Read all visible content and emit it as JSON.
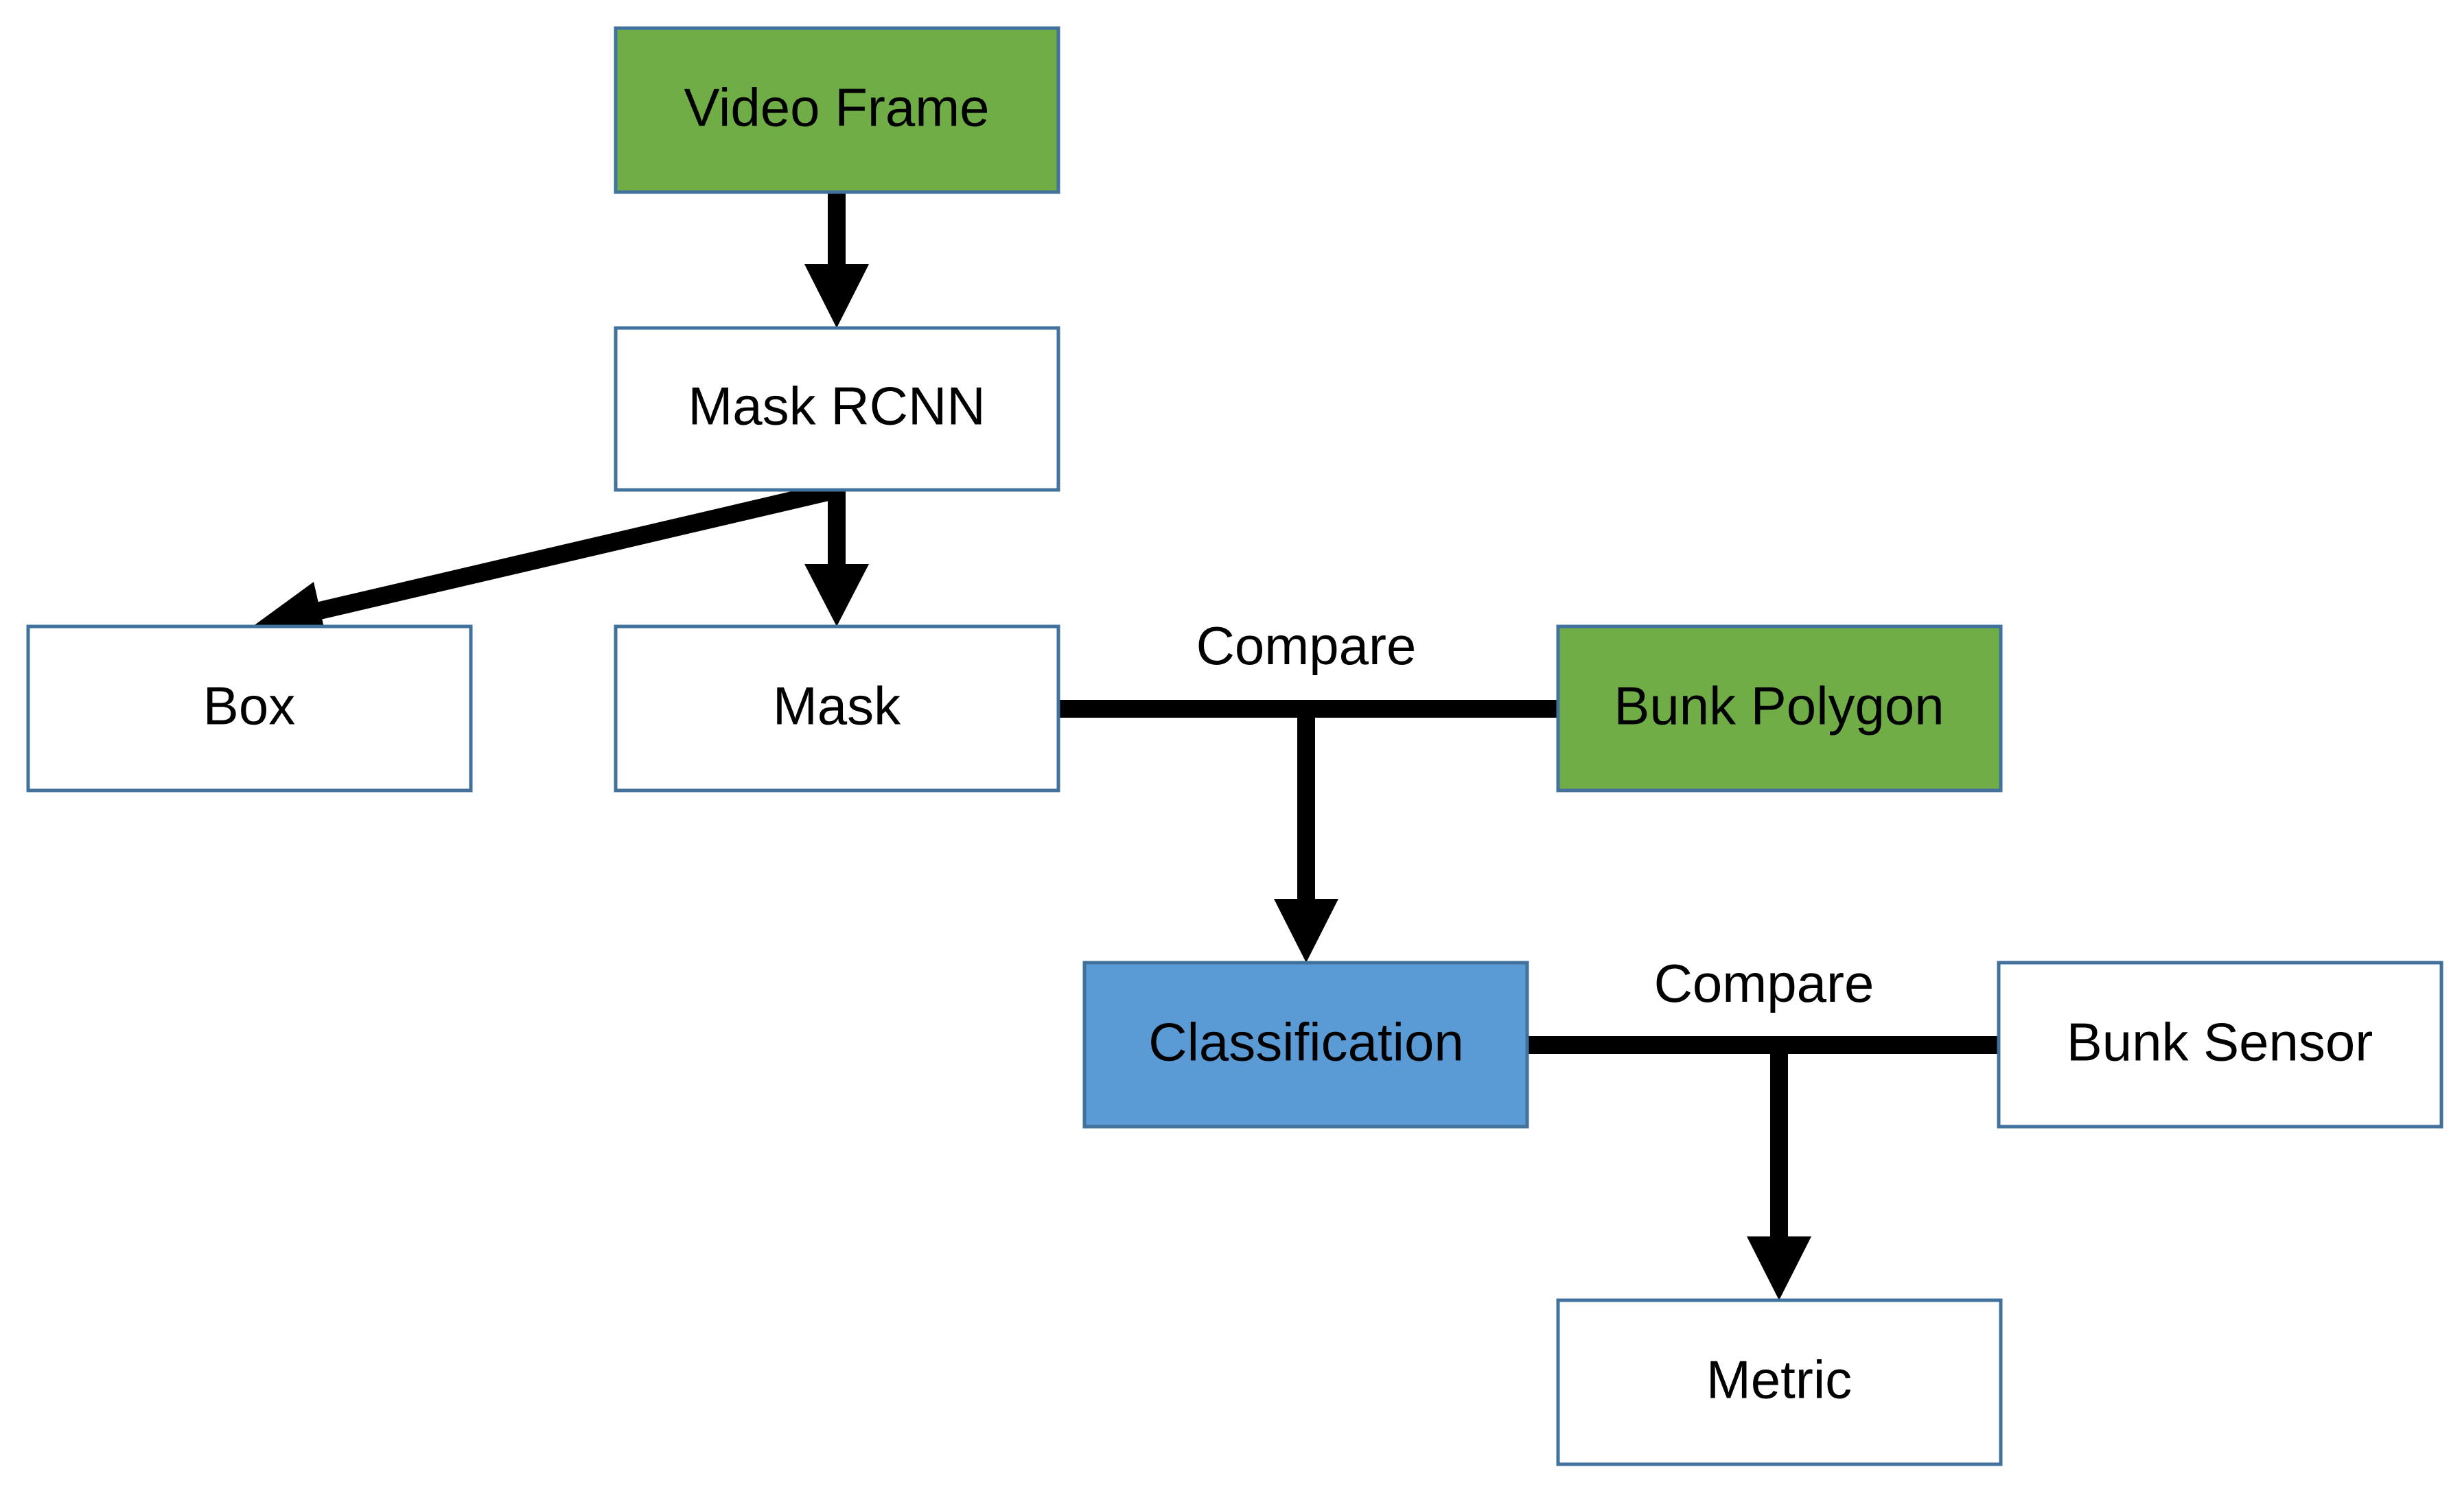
{
  "diagram": {
    "nodes": {
      "video_frame": {
        "label": "Video Frame",
        "fill": "#70ad47"
      },
      "mask_rcnn": {
        "label": "Mask RCNN",
        "fill": "#ffffff"
      },
      "box": {
        "label": "Box",
        "fill": "#ffffff"
      },
      "mask": {
        "label": "Mask",
        "fill": "#ffffff"
      },
      "bunk_polygon": {
        "label": "Bunk Polygon",
        "fill": "#70ad47"
      },
      "classification": {
        "label": "Classification",
        "fill": "#5b9bd5"
      },
      "bunk_sensor": {
        "label": "Bunk Sensor",
        "fill": "#ffffff"
      },
      "metric": {
        "label": "Metric",
        "fill": "#ffffff"
      }
    },
    "edge_labels": {
      "compare_top": "Compare",
      "compare_bottom": "Compare"
    },
    "colors": {
      "border": "#41719c",
      "green": "#70ad47",
      "blue": "#5b9bd5",
      "arrow": "#000000"
    }
  }
}
